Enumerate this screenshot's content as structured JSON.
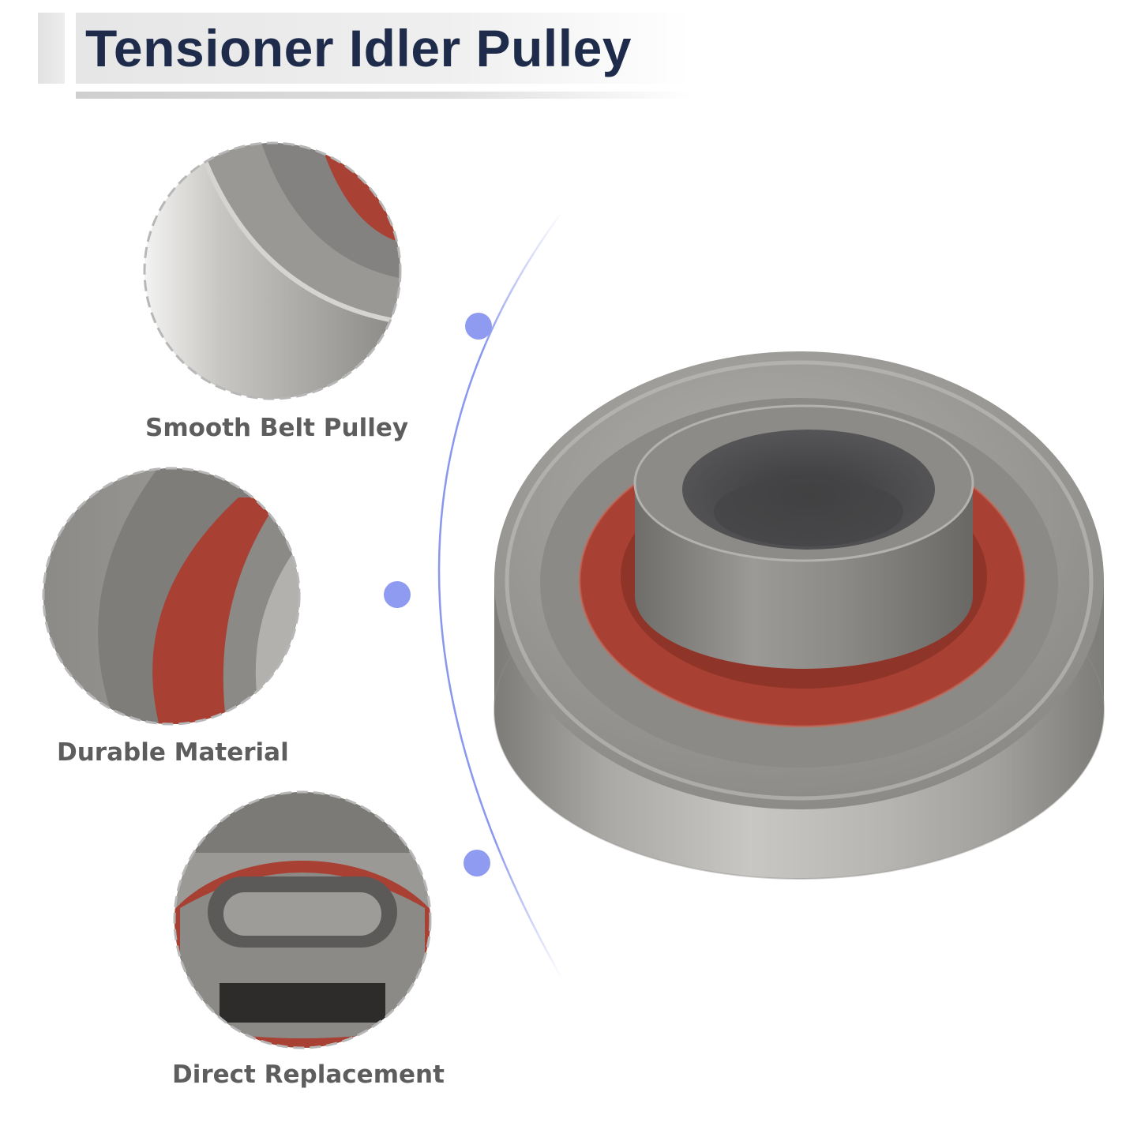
{
  "header": {
    "title": "Tensioner Idler Pulley"
  },
  "features": [
    {
      "label": "Smooth Belt Pulley"
    },
    {
      "label": "Durable Material"
    },
    {
      "label": "Direct Replacement"
    }
  ],
  "colors": {
    "title_text": "#1f2b4b",
    "label_text": "#5d5d5d",
    "accent_dot": "#8e9bf0",
    "connector_line": "#8a97ee",
    "metal": "#a9a7a4",
    "seal_red": "#a84033"
  }
}
